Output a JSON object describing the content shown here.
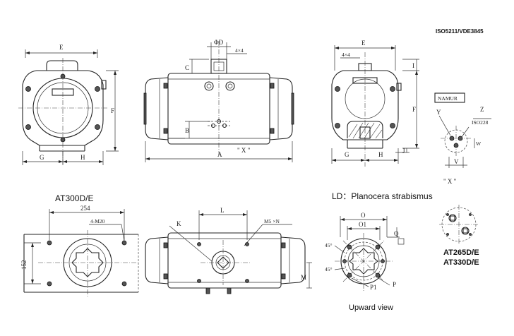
{
  "header": {
    "standard": "ISO5211/VDE3845"
  },
  "labels": {
    "model_main": "AT300D/E",
    "ld_note": "LD：Planocera strabismus",
    "upward_view": "Upward view",
    "model_alt_1": "AT265D/E",
    "model_alt_2": "AT330D/E",
    "namur": "NAMUR"
  },
  "dimensions": {
    "E": "E",
    "E2": "E",
    "F": "F",
    "F2": "F",
    "G": "G",
    "H": "H",
    "G2": "G",
    "H2": "H",
    "A": "A",
    "B": "B",
    "C": "C",
    "phiD": "ΦD",
    "four_x_four": "4×4",
    "four_x_four_2": "4×4",
    "I": "I",
    "J": "J",
    "X": "\" X \"",
    "X2": "\" X \"",
    "Y": "Y",
    "Z": "Z",
    "W": "W",
    "V": "V",
    "iso0228": "ISO228",
    "d254": "254",
    "d152": "152",
    "m20": "4-M20",
    "L": "L",
    "K": "K",
    "m5n": "M5 ×N",
    "M": "M",
    "O": "O",
    "O1": "O1",
    "Q": "Q",
    "a45_1": "45°",
    "a45_2": "45°",
    "P1": "P1",
    "P": "P"
  }
}
